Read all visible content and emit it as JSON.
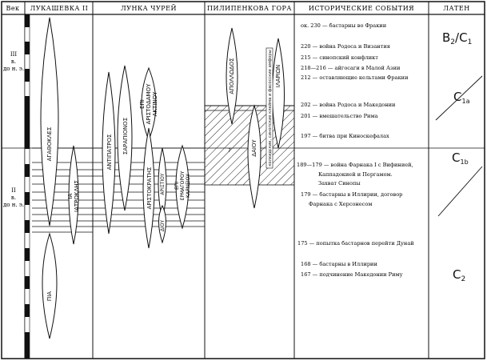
{
  "headers": {
    "age": "Век",
    "col1": "ЛУКАШЕВКА II",
    "col2": "ЛУНКА   ЧУРЕЙ",
    "col3": "ПИЛИПЕНКОВА ГОРА",
    "col4": "ИСТОРИЧЕСКИЕ СОБЫТИЯ",
    "col5": "ЛАТЕН"
  },
  "centuries": {
    "c3": [
      "III",
      "в.",
      "до н. э."
    ],
    "c2": [
      "II",
      "в.",
      "до н. э."
    ]
  },
  "stamps": {
    "agathokles": "ΑΓΑΘΟΚΛΕΣ",
    "iatrokles": "ΙΑ\nΙΑΤΡΟΚΛΗΣ",
    "pia": "ΠΙΑ",
    "antipatros": "ΑΝΤΙΠΑΤΡΟΣ",
    "sarapionos": "ΣΑΡΑΠΙΟΝΟΣ",
    "aristodamos": "ΕΠΙ\nΑΡΙΣΤΟΔΑΜΟΥ\nΑΚΤΙΝΟΥ",
    "aristokrates": "ΑΡΙΣΤΟΚΡΑΤΗΣ",
    "aristiou": "ΑΡΙΣΤΙΟΥ",
    "ermagorou": "ΕΠΙ\nΕΡΜΑΓΟΡΟΥ\nΚΑΡΝΕΙΟΥ",
    "diou": "ΔΙΟΥ",
    "apollodos": "ΑΠΟΛΛΩΔΟΣ",
    "daiou": "ΔΑΙΟΥ",
    "ilarion": "ΙΛΑΡΙΩΝ",
    "question": "?",
    "pilipenko_note": "колхидские, синопские клейма и фасосские амфоры"
  },
  "events": [
    "ок. 230 — бастарны во Фракии",
    "220 — война Родоса и Византия",
    "215 — синопский конфликт",
    "218—216 — айгосаги в Малой Азии",
    "212 — оставляющие кельтами Фракии",
    "202 — война Родоса и Македонии",
    "201 — вмешательство Рима",
    "197 — битва при Киноскефалах",
    "189—179 — война Фарнака I с Вифинией,",
    "Каппадокией и Пергамом.",
    "Захват Синопы",
    "179 — бастарны в Иллирии, договор",
    "Фарнака с Херсонесом",
    "175 — попытка бастарнов перейти Дунай",
    "168 — бастарны в Иллирии",
    "167 — подчинение Македонии Риму"
  ],
  "laten": {
    "b2c1_b": "B",
    "b2c1_sub1": "2",
    "b2c1_sep": "/C",
    "b2c1_sub2": "1",
    "c1a": "C",
    "c1a_sub": "1a",
    "c1b": "C",
    "c1b_sub": "1b",
    "c2": "C",
    "c2_sub": "2"
  }
}
